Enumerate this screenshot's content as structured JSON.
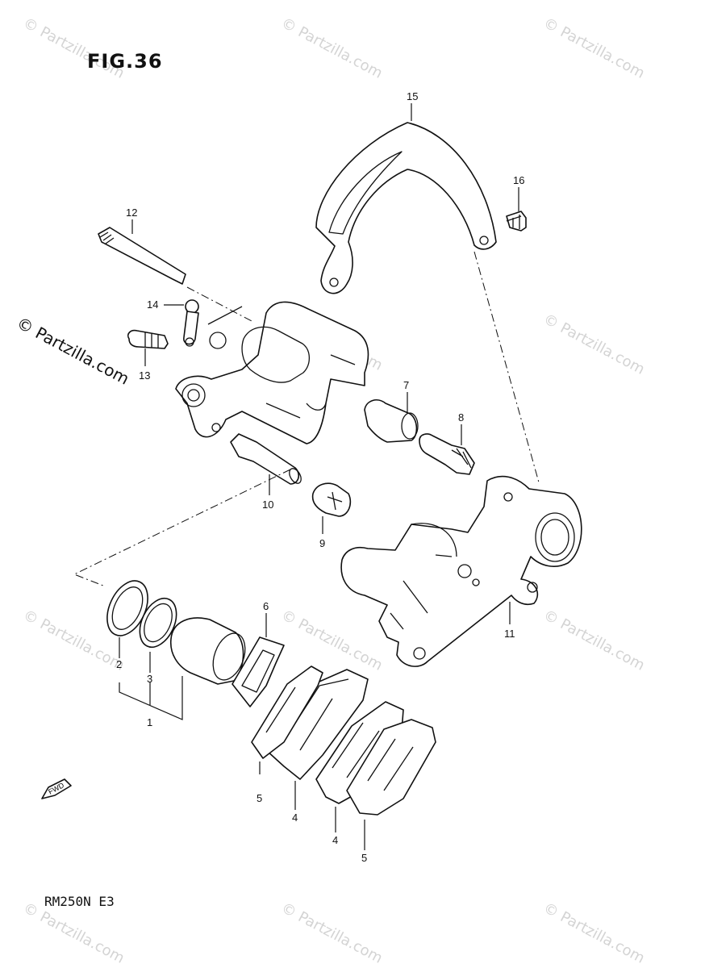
{
  "figure": {
    "title": "FIG.36",
    "model": "RM250N  E3"
  },
  "watermark": {
    "text": "© Partzilla.com",
    "color": "#d4d4d4"
  },
  "callouts": [
    {
      "id": "c1",
      "label": "1"
    },
    {
      "id": "c2",
      "label": "2"
    },
    {
      "id": "c3",
      "label": "3"
    },
    {
      "id": "c4a",
      "label": "4"
    },
    {
      "id": "c4b",
      "label": "4"
    },
    {
      "id": "c5a",
      "label": "5"
    },
    {
      "id": "c5b",
      "label": "5"
    },
    {
      "id": "c6",
      "label": "6"
    },
    {
      "id": "c7",
      "label": "7"
    },
    {
      "id": "c8",
      "label": "8"
    },
    {
      "id": "c9",
      "label": "9"
    },
    {
      "id": "c10",
      "label": "10"
    },
    {
      "id": "c11",
      "label": "11"
    },
    {
      "id": "c12",
      "label": "12"
    },
    {
      "id": "c13",
      "label": "13"
    },
    {
      "id": "c14",
      "label": "14"
    },
    {
      "id": "c15",
      "label": "15"
    },
    {
      "id": "c16",
      "label": "16"
    }
  ],
  "fwd_arrow_label": "FWD"
}
